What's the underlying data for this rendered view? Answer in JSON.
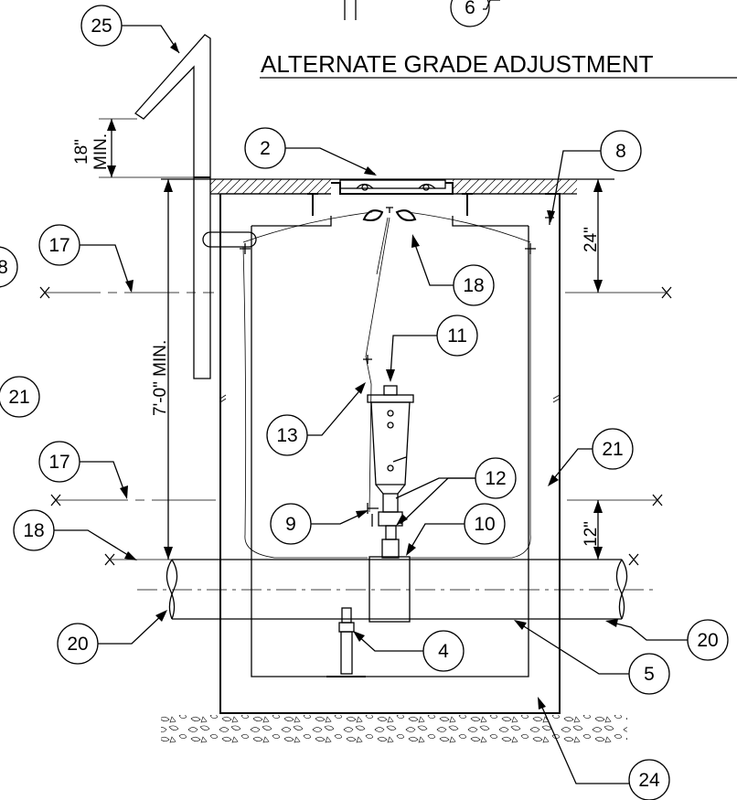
{
  "title": "ALTERNATE GRADE ADJUSTMENT",
  "dimensions": {
    "d18": "18\"",
    "min": "MIN.",
    "d24": "24\"",
    "d12": "12\"",
    "d7ft": "7'-0\" MIN."
  },
  "callouts": {
    "c6": "6",
    "c25": "25",
    "c2": "2",
    "c8r": "8",
    "c8l": "8",
    "c17a": "17",
    "c18a": "18",
    "c11": "11",
    "c21l": "21",
    "c13": "13",
    "c17b": "17",
    "c21r": "21",
    "c12": "12",
    "c9": "9",
    "c10": "10",
    "c18b": "18",
    "c20l": "20",
    "c20r": "20",
    "c4": "4",
    "c5": "5",
    "c24": "24"
  }
}
